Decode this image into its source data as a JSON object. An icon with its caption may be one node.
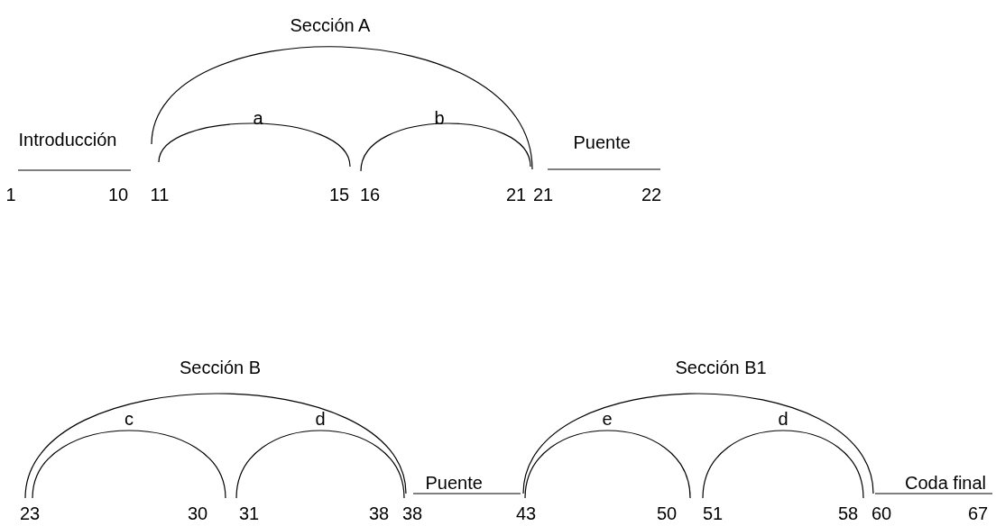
{
  "diagram": {
    "labels": [
      "Sección A",
      "a",
      "b",
      "Introducción",
      "Puente",
      "1",
      "10",
      "11",
      "15",
      "16",
      "21",
      "21",
      "22",
      "Sección B",
      "Sección B1",
      "c",
      "d",
      "e",
      "d",
      "Puente",
      "Coda final",
      "23",
      "30",
      "31",
      "38",
      "38",
      "43",
      "50",
      "51",
      "58",
      "60",
      "67"
    ]
  }
}
